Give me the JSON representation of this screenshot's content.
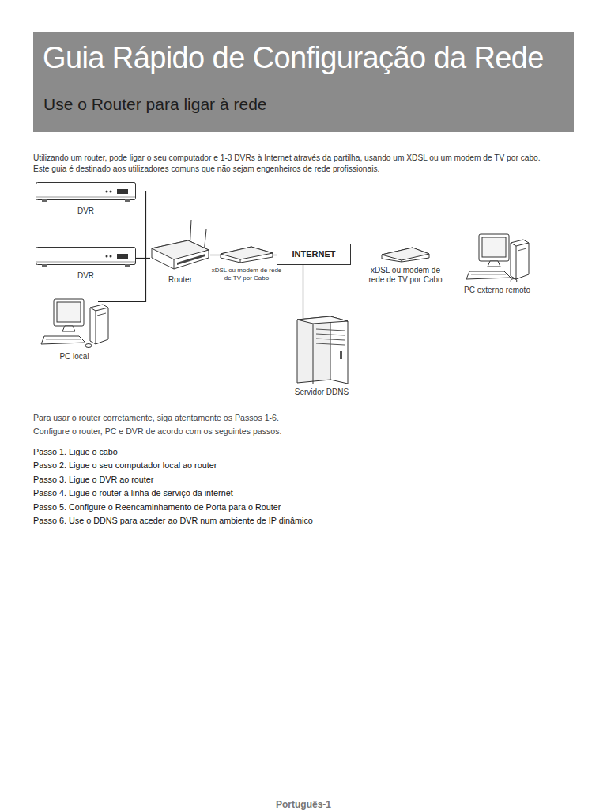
{
  "diagram": {
    "title": "Guia Rápido de Configuração da Rede",
    "nodes": [
      {
        "text": [
          "DVR"
        ]
      },
      {
        "text": [
          "DVR"
        ]
      },
      {
        "text": [
          "Router"
        ]
      },
      {
        "text": [
          "xDSL ou modem de rede de TV por Cabo"
        ]
      },
      {
        "text": [
          "INTERNET"
        ]
      },
      {
        "text": [
          "xDSL ou modem de rede de TV por Cabo"
        ]
      },
      {
        "text": [
          "PC externo remoto"
        ]
      },
      {
        "text": [
          "PC local"
        ]
      },
      {
        "text": [
          "Servidor DDNS"
        ]
      }
    ],
    "edges": [
      {
        "from": 0,
        "to": 2,
        "arrow": "none"
      },
      {
        "from": 1,
        "to": 2,
        "arrow": "none"
      },
      {
        "from": 7,
        "to": 2,
        "arrow": "none"
      },
      {
        "from": 2,
        "to": 3,
        "arrow": "none"
      },
      {
        "from": 3,
        "to": 4,
        "arrow": "none"
      },
      {
        "from": 4,
        "to": 5,
        "arrow": "none"
      },
      {
        "from": 5,
        "to": 6,
        "arrow": "none"
      },
      {
        "from": 4,
        "to": 8,
        "arrow": "none"
      }
    ],
    "labels": [
      "Use o Router para ligar à rede",
      "Utilizando um router, pode ligar o seu computador e 1-3 DVRs à Internet através da partilha, usando um XDSL ou um modem de TV por cabo.",
      "Este guia é destinado aos utilizadores comuns que não sejam engenheiros de rede profissionais.",
      "Para usar o router corretamente, siga atentamente os Passos 1-6.",
      "Configure o router, PC e DVR de acordo com os seguintes passos.",
      "Passo 1. Ligue o cabo",
      "Passo 2. Ligue o seu computador local ao router",
      "Passo 3. Ligue o DVR ao router",
      "Passo 4. Ligue o router à linha de serviço da internet",
      "Passo 5. Configure o Reencaminhamento de Porta para o Router",
      "Passo 6. Use o DDNS para aceder ao DVR num ambiente de IP dinâmico",
      "Português-1"
    ]
  }
}
